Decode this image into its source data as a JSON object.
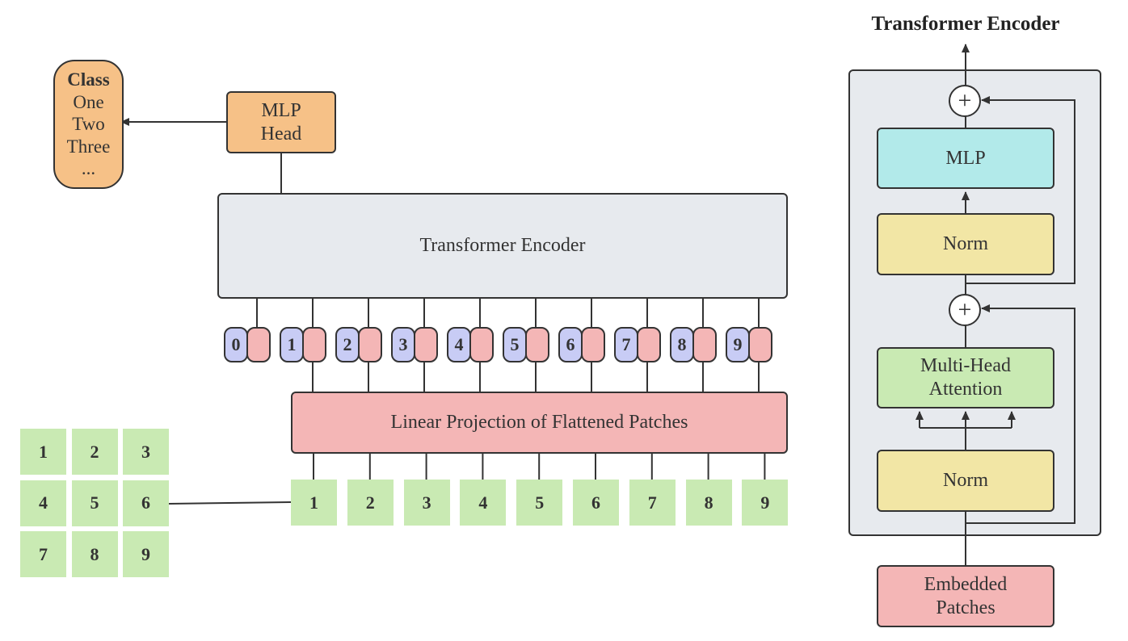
{
  "class_box": {
    "title": "Class",
    "items": [
      "One",
      "Two",
      "Three",
      "..."
    ]
  },
  "mlp_head": {
    "line1": "MLP",
    "line2": "Head"
  },
  "encoder": {
    "label": "Transformer Encoder"
  },
  "tokens": [
    "0",
    "1",
    "2",
    "3",
    "4",
    "5",
    "6",
    "7",
    "8",
    "9"
  ],
  "projection": {
    "label": "Linear Projection of Flattened Patches"
  },
  "patch_grid": [
    "1",
    "2",
    "3",
    "4",
    "5",
    "6",
    "7",
    "8",
    "9"
  ],
  "patch_row": [
    "1",
    "2",
    "3",
    "4",
    "5",
    "6",
    "7",
    "8",
    "9"
  ],
  "encoder_detail": {
    "title": "Transformer Encoder",
    "mlp": "MLP",
    "norm_top": "Norm",
    "attention_line1": "Multi-Head",
    "attention_line2": "Attention",
    "norm_bottom": "Norm",
    "add_symbol": "+",
    "input_line1": "Embedded",
    "input_line2": "Patches"
  },
  "colors": {
    "class_box": "#f6c187",
    "mlp_head": "#f6c187",
    "encoder": "#e7eaee",
    "projection": "#f4b6b6",
    "patch": "#c9eab3",
    "position_token": "#c8ccf5",
    "patch_embedding": "#f4b6b6",
    "mlp": "#b2eaea",
    "norm": "#f2e6a5",
    "attention": "#c9eab3",
    "panel": "#e7eaee"
  }
}
